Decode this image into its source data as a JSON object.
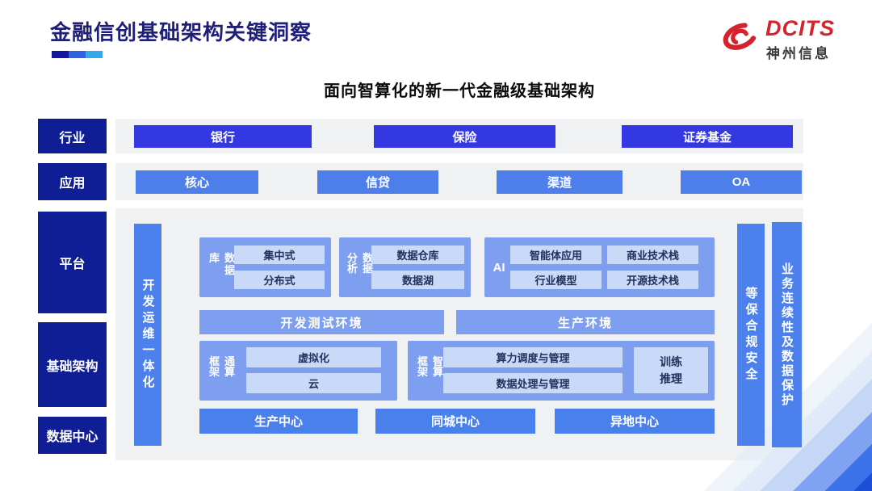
{
  "colors": {
    "title_navy": "#201F77",
    "side_label_navy": "#101E96",
    "industry_button_blue": "#3338E3",
    "application_button_blue": "#4D7EE9",
    "vertical_bar_blue": "#4C80EC",
    "group_container_blue": "#7E9EEF",
    "chip_light_blue": "#C9D9F8",
    "chip_text_navy": "#22305C",
    "panel_gray": "#F0F1F3",
    "brand_red": "#D5232E"
  },
  "header": {
    "title": "金融信创基础架构关键洞察",
    "logo": {
      "brand": "DCITS",
      "company": "神州信息"
    }
  },
  "diagram": {
    "subtitle": "面向智算化的新一代金融级基础架构",
    "industry_row": {
      "label": "行业",
      "items": [
        "银行",
        "保险",
        "证券基金"
      ]
    },
    "application_row": {
      "label": "应用",
      "items": [
        "核心",
        "信贷",
        "渠道",
        "OA"
      ]
    },
    "side_labels": {
      "platform": "平台",
      "infrastructure": "基础架构",
      "datacenter": "数据中心"
    },
    "devops_bar": "开发运维一体化",
    "groups": {
      "database": {
        "label": "数据库",
        "items": [
          "集中式",
          "分布式"
        ]
      },
      "analytics": {
        "label": "数据分析",
        "items": [
          "数据仓库",
          "数据湖"
        ]
      },
      "ai": {
        "label": "AI",
        "items": [
          "智能体应用",
          "商业技术栈",
          "行业模型",
          "开源技术栈"
        ]
      },
      "general_compute": {
        "label": "通算框架",
        "items": [
          "虚拟化",
          "云"
        ]
      },
      "intelligent_compute": {
        "label": "智算框架",
        "items": [
          "算力调度与管理",
          "数据处理与管理"
        ],
        "side_box": "训练推理"
      }
    },
    "environments": [
      "开发测试环境",
      "生产环境"
    ],
    "centers": [
      "生产中心",
      "同城中心",
      "异地中心"
    ],
    "right_bars": [
      "等保合规安全",
      "业务连续性及数据保护"
    ]
  }
}
